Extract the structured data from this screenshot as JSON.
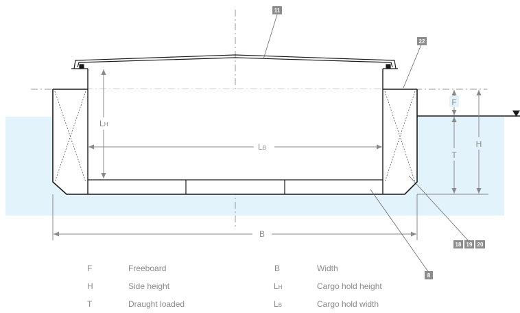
{
  "dimensions": {
    "F": "F",
    "H": "H",
    "T": "T",
    "B": "B",
    "LH_main": "L",
    "LH_sub": "H",
    "LB_main": "L",
    "LB_sub": "B"
  },
  "callouts": {
    "c11": "11",
    "c22": "22",
    "c8": "8",
    "c18": "18",
    "c19": "19",
    "c20": "20"
  },
  "legend": {
    "left": [
      {
        "symbol": "F",
        "label": "Freeboard"
      },
      {
        "symbol": "H",
        "label": "Side height"
      },
      {
        "symbol": "T",
        "label": "Draught loaded"
      }
    ],
    "right": [
      {
        "symbol": "B",
        "sub": "",
        "label": "Width"
      },
      {
        "symbol": "L",
        "sub": "H",
        "label": "Cargo hold height"
      },
      {
        "symbol": "L",
        "sub": "B",
        "label": "Cargo hold width"
      }
    ]
  },
  "colors": {
    "water": "#e2f3fb",
    "line": "#1a1a1a",
    "dimension": "#8a8a8a",
    "tag": "#8c8c8c"
  }
}
